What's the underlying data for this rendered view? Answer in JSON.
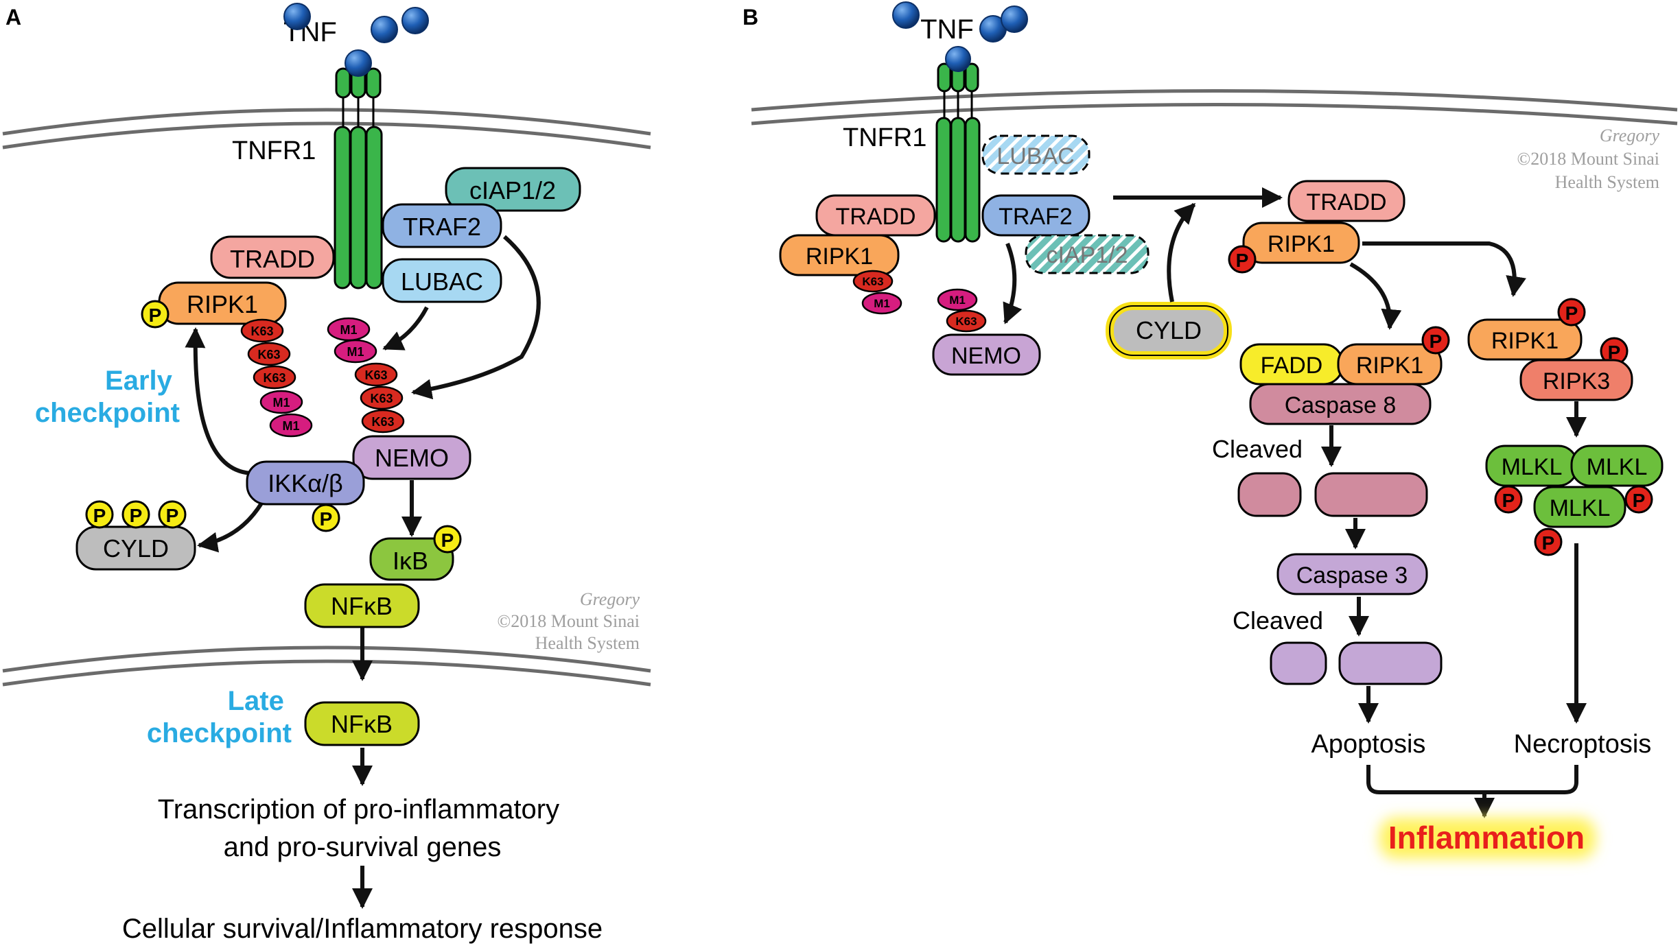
{
  "panels": {
    "a": "A",
    "b": "B"
  },
  "colors": {
    "tradd": "#f4a6a0",
    "ripk1": "#f9a65a",
    "ripk3": "#ef7f6a",
    "traf2": "#8fb2e3",
    "ciap": "#6cc0b6",
    "lubac": "#a7d8f2",
    "nemo": "#c8a4d4",
    "ikk": "#9a9fd8",
    "cyld": "#bdbdbd",
    "ikb": "#8cc63f",
    "nfkb": "#cbdb2a",
    "fadd": "#f7ec2a",
    "casp8": "#d08b9e",
    "casp3": "#c4a7d6",
    "mlkl": "#6cbf3c",
    "receptor": "#3ab54a",
    "k63": "#d82a20",
    "m1": "#d61d7f",
    "phospho_yellow": "#f6eb14",
    "phospho_red": "#e2231a",
    "tnf": "#1f5fb5",
    "checkpoint": "#29abe2",
    "inflammation": "#e8201c",
    "membrane": "#6b6b6b"
  },
  "icons": {
    "tnf": "blue-sphere-icon",
    "phospho": "phosphate-circle-icon",
    "ubiquitin_k63": "k63-chain-icon",
    "ubiquitin_m1": "m1-chain-icon"
  },
  "a": {
    "tnf": "TNF",
    "tnfr1": "TNFR1",
    "tradd": "TRADD",
    "ripk1": "RIPK1",
    "traf2": "TRAF2",
    "ciap": "cIAP1/2",
    "lubac": "LUBAC",
    "nemo": "NEMO",
    "ikk": "IKKα/β",
    "cyld": "CYLD",
    "ikb": "IκB",
    "nfkb": "NFκB",
    "nfkb_nuc": "NFκB",
    "p": "P",
    "k63": "K63",
    "m1": "M1",
    "early": [
      "Early",
      "checkpoint"
    ],
    "late": [
      "Late",
      "checkpoint"
    ],
    "transcription": [
      "Transcription of pro-inflammatory",
      "and pro-survival genes"
    ],
    "outcome": "Cellular survival/Inflammatory response",
    "watermark": [
      "Gregory",
      "©2018 Mount Sinai",
      "Health System"
    ]
  },
  "b": {
    "tnf": "TNF",
    "tnfr1": "TNFR1",
    "lubac": "LUBAC",
    "tradd": "TRADD",
    "traf2": "TRAF2",
    "ripk1": "RIPK1",
    "ciap": "cIAP1/2",
    "k63": "K63",
    "m1": "M1",
    "nemo": "NEMO",
    "cyld": "CYLD",
    "tradd2": "TRADD",
    "ripk1_2": "RIPK1",
    "p": "P",
    "fadd": "FADD",
    "ripk1_3": "RIPK1",
    "casp8": "Caspase 8",
    "cleaved1": "Cleaved",
    "casp3": "Caspase 3",
    "cleaved2": "Cleaved",
    "ripk1_4": "RIPK1",
    "ripk3": "RIPK3",
    "mlkl": "MLKL",
    "apoptosis": "Apoptosis",
    "necroptosis": "Necroptosis",
    "inflammation": "Inflammation",
    "watermark": [
      "Gregory",
      "©2018 Mount Sinai",
      "Health System"
    ]
  }
}
